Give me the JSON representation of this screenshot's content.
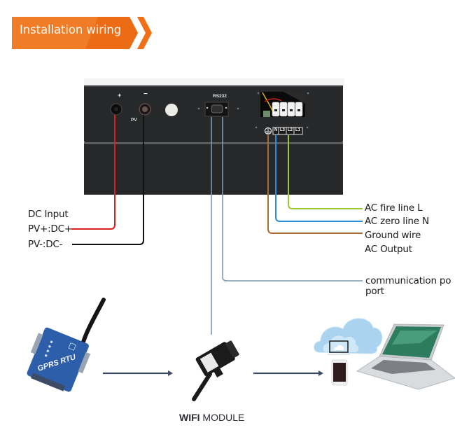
{
  "header": {
    "title": "Installation wiring",
    "colors": {
      "primary": "#f07a24",
      "dark": "#ea6a12",
      "chevron": "#f06f17"
    }
  },
  "device": {
    "pv_plus_mark": "+",
    "pv_minus_mark": "−",
    "pv_label": "PV",
    "rs232_label": "RS232",
    "terminal_labels": [
      "N",
      "L3",
      "L2",
      "L1"
    ],
    "ground_symbol": "ground-icon"
  },
  "dc_labels": {
    "title": "DC Input",
    "positive": "PV+:DC+",
    "negative": "PV-:DC-"
  },
  "ac_labels": {
    "fire": "AC fire line L",
    "zero": "AC zero line N",
    "ground": "Ground wire",
    "output": "AC Output"
  },
  "comm_label": {
    "line1": "communication po",
    "line2": "port"
  },
  "wire_colors": {
    "dc_positive": "#d8201c",
    "dc_negative": "#111111",
    "comm": "#7d9aab",
    "ground": "#a86d37",
    "neutral": "#2a8fd8",
    "fire": "#9cc832",
    "arrow": "#3e4d63"
  },
  "components": {
    "gprs_text": "GPRS RTU",
    "wifi_bold": "WIFI",
    "wifi_rest": " MODULE"
  }
}
